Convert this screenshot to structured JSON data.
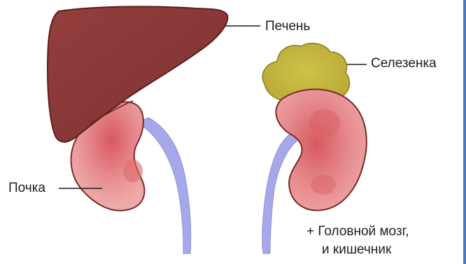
{
  "labels": {
    "liver": "Печень",
    "spleen": "Селезенка",
    "kidney": "Почка",
    "note_line1": "+ Головной мозг,",
    "note_line2": "и кишечник"
  },
  "colors": {
    "liver": "#8a3b3a",
    "liver_outline": "#5e1d1c",
    "kidney": "#e9a3a3",
    "kidney_outline": "#7a2a25",
    "kidney_spot": "#d95f64",
    "ureter": "#a7a8ea",
    "spleen": "#c4b73f",
    "spleen_outline": "#8a7d1c",
    "leader_line": "#1e1e1e",
    "edge_strip": "#4a79c2"
  }
}
